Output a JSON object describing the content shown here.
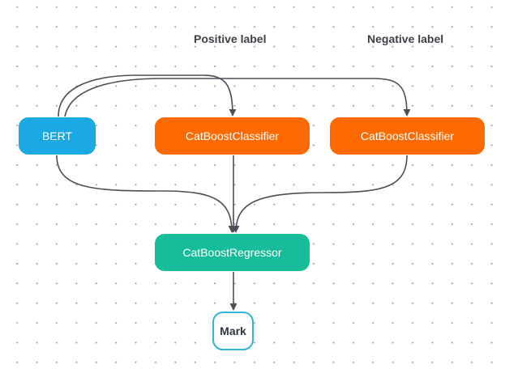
{
  "diagram": {
    "column_labels": {
      "positive": "Positive label",
      "negative": "Negative label"
    },
    "nodes": {
      "bert": {
        "label": "BERT",
        "color": "#1aa9e2"
      },
      "classifier_positive": {
        "label": "CatBoostClassifier",
        "color": "#ff6a00"
      },
      "classifier_negative": {
        "label": "CatBoostClassifier",
        "color": "#ff6a00"
      },
      "regressor": {
        "label": "CatBoostRegressor",
        "color": "#17bd9a"
      },
      "mark": {
        "label": "Mark",
        "color": "#33b3d6"
      }
    },
    "edge_color": "#4a4f57",
    "edges": [
      {
        "from": "BERT",
        "to": "CatBoostClassifier (Positive label)"
      },
      {
        "from": "BERT",
        "to": "CatBoostClassifier (Negative label)"
      },
      {
        "from": "BERT",
        "to": "CatBoostRegressor"
      },
      {
        "from": "CatBoostClassifier (Positive label)",
        "to": "CatBoostRegressor"
      },
      {
        "from": "CatBoostClassifier (Negative label)",
        "to": "CatBoostRegressor"
      },
      {
        "from": "CatBoostRegressor",
        "to": "Mark"
      }
    ]
  }
}
